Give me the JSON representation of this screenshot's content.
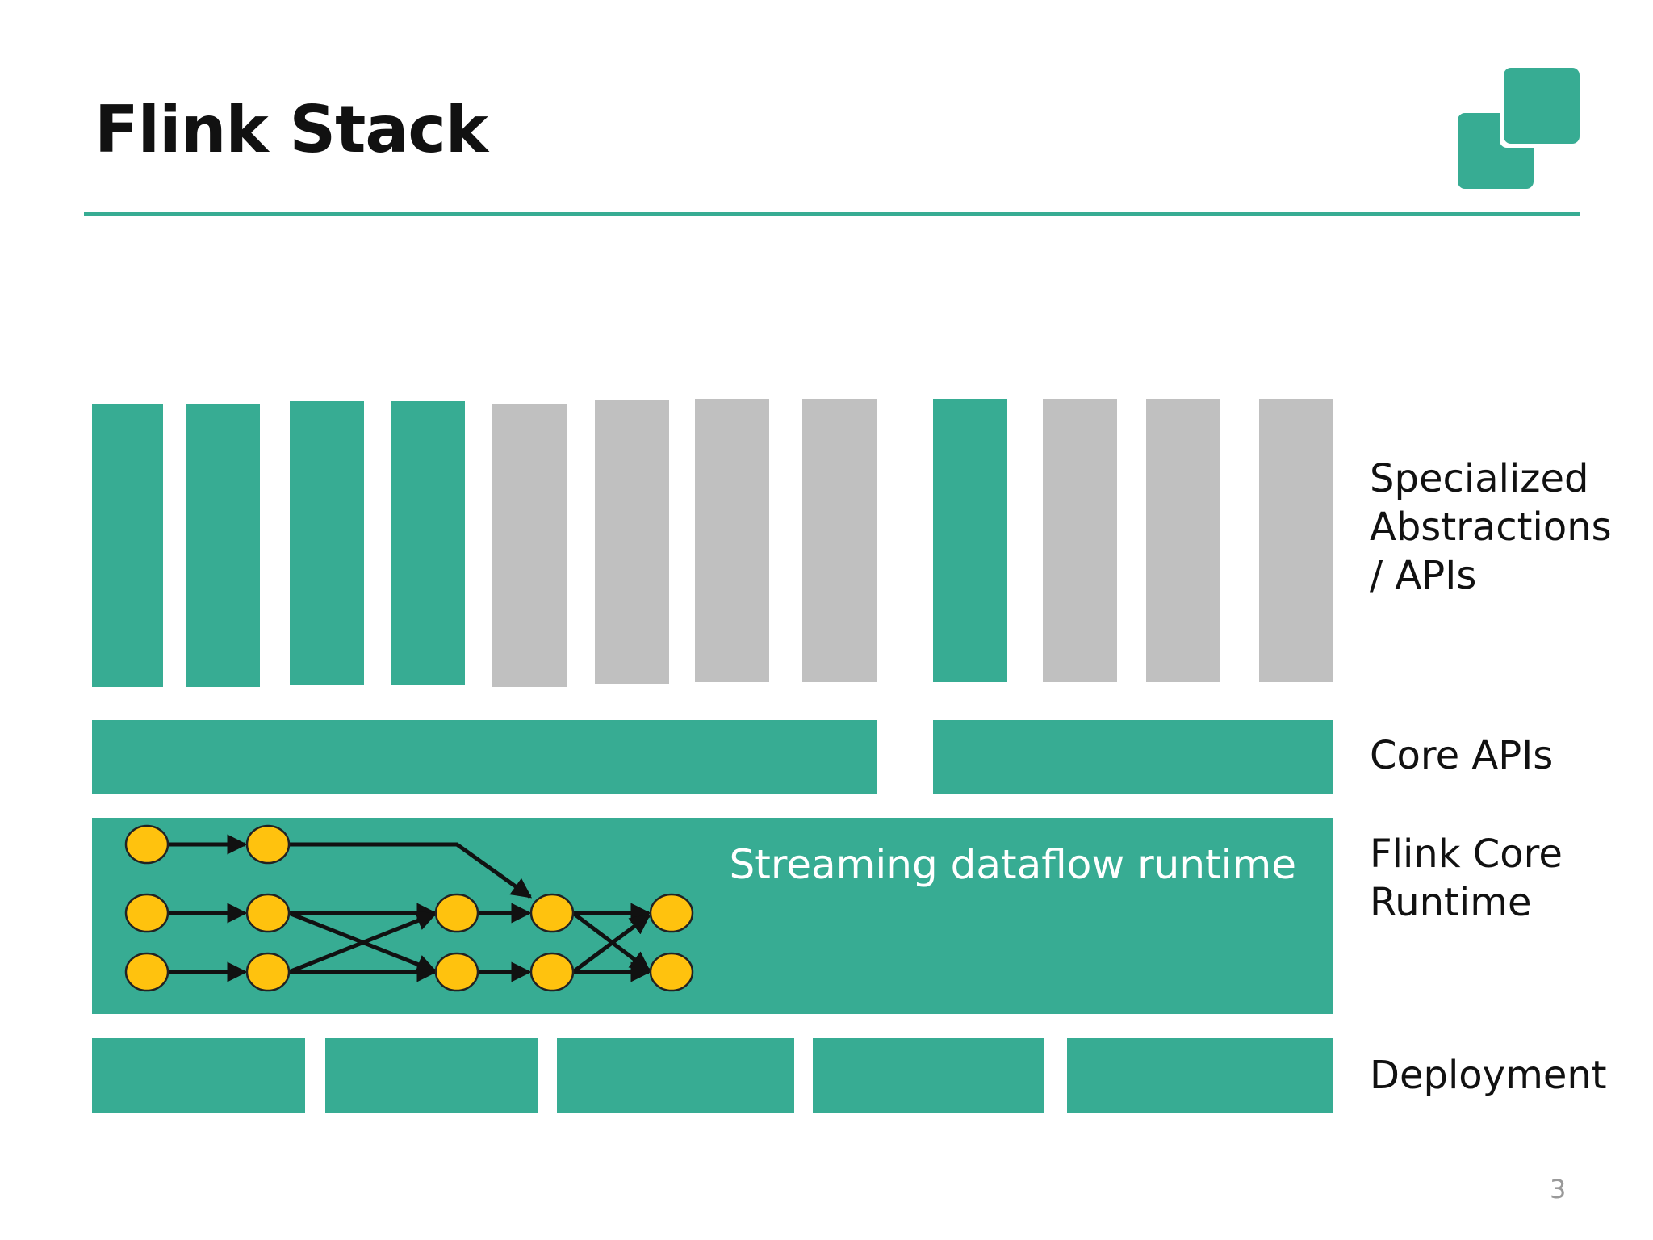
{
  "slide": {
    "title": "Flink Stack",
    "page_number": "3"
  },
  "colors": {
    "teal": "#37ac93",
    "grey": "#c0c0c0",
    "node_fill": "#ffc20e",
    "arrow": "#111111",
    "title_text": "#111111"
  },
  "icons": [
    "logo-squares-icon"
  ],
  "layers": {
    "specialized": {
      "label": "Specialized\nAbstractions\n/ APIs",
      "blocks": [
        "teal",
        "teal",
        "teal",
        "teal",
        "grey",
        "grey",
        "grey",
        "grey",
        "teal",
        "grey",
        "grey",
        "grey"
      ]
    },
    "core_apis": {
      "label": "Core APIs",
      "blocks": 2
    },
    "runtime": {
      "label": "Flink Core\nRuntime",
      "caption": "Streaming dataflow runtime"
    },
    "deployment": {
      "label": "Deployment",
      "blocks": 5
    }
  }
}
